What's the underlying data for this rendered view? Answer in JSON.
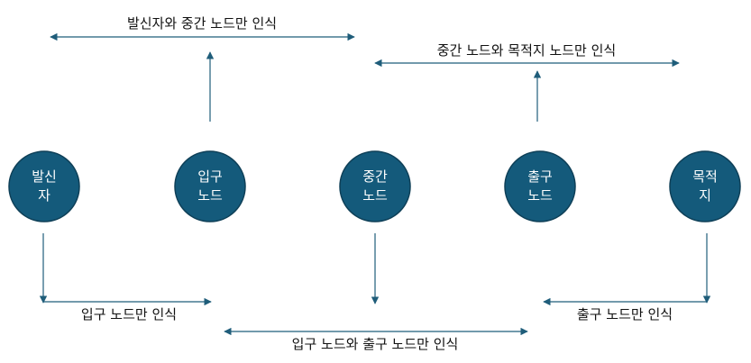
{
  "nodes": [
    {
      "id": "sender",
      "lines": [
        "발신",
        "자"
      ]
    },
    {
      "id": "entry",
      "lines": [
        "입구",
        "노드"
      ]
    },
    {
      "id": "middle",
      "lines": [
        "중간",
        "노드"
      ]
    },
    {
      "id": "exit",
      "lines": [
        "출구",
        "노드"
      ]
    },
    {
      "id": "destination",
      "lines": [
        "목적",
        "지"
      ]
    }
  ],
  "captions": {
    "sender_middle": "발신자와 중간 노드만 인식",
    "middle_destination": "중간 노드와 목적지 노드만 인식",
    "entry_only": "입구 노드만 인식",
    "entry_exit": "입구 노드와 출구 노드만 인식",
    "exit_only": "출구 노드만 인식"
  },
  "colors": {
    "node_fill": "#145a7b",
    "line": "#1f5d7a"
  }
}
